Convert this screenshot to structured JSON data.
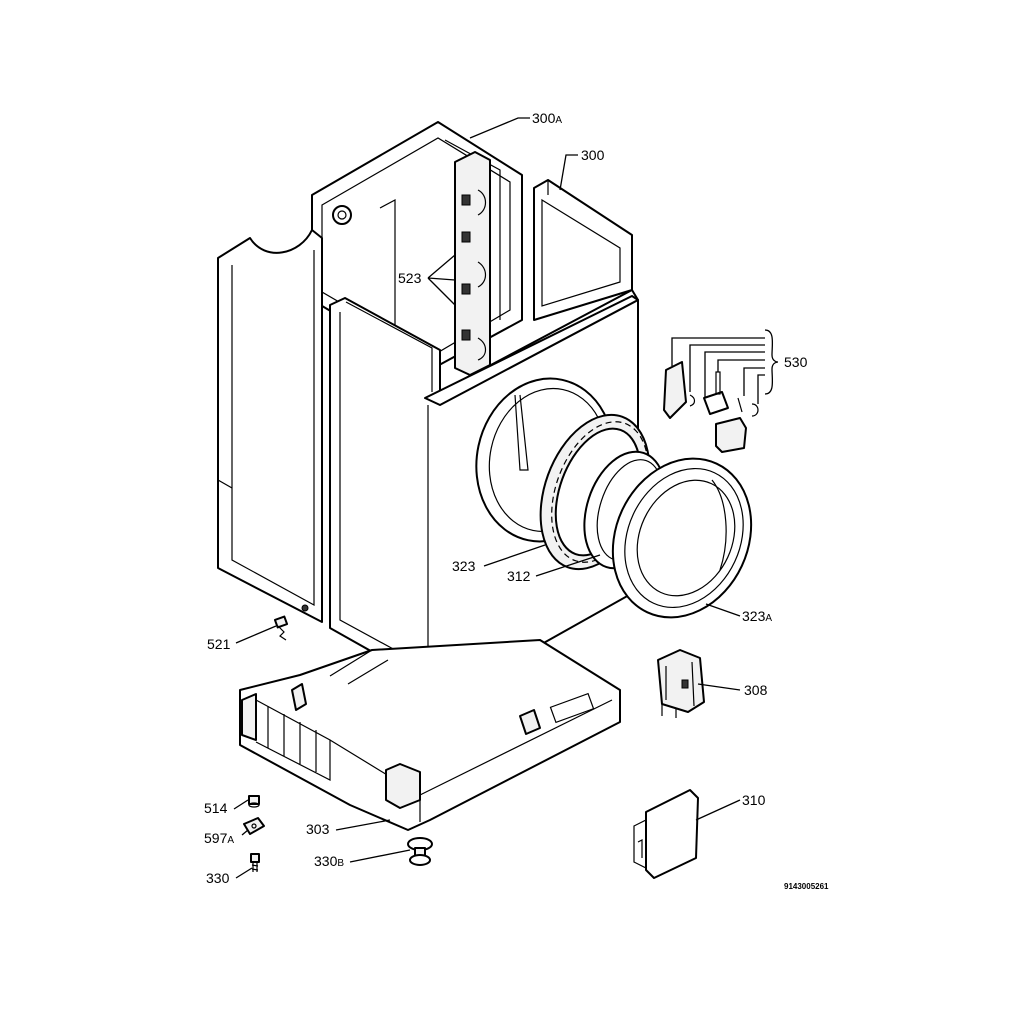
{
  "labels": {
    "p300a": {
      "num": "300",
      "suffix": "A"
    },
    "p300": {
      "num": "300"
    },
    "p523": {
      "num": "523"
    },
    "p530": {
      "num": "530"
    },
    "p323": {
      "num": "323"
    },
    "p312": {
      "num": "312"
    },
    "p323a": {
      "num": "323",
      "suffix": "A"
    },
    "p521": {
      "num": "521"
    },
    "p308": {
      "num": "308"
    },
    "p310": {
      "num": "310"
    },
    "p514": {
      "num": "514"
    },
    "p597a": {
      "num": "597",
      "suffix": "A"
    },
    "p303": {
      "num": "303"
    },
    "p330b": {
      "num": "330",
      "suffix": "B"
    },
    "p330": {
      "num": "330"
    }
  },
  "document_number": "9143005261"
}
